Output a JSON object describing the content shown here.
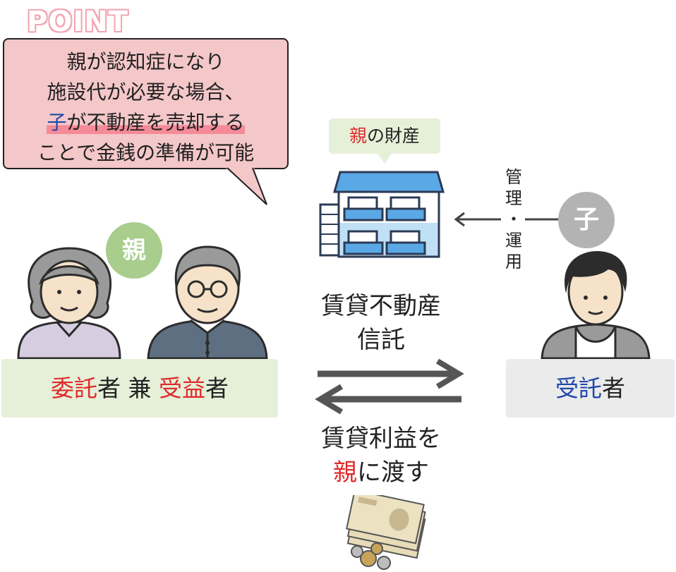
{
  "point": "POINT",
  "bubble": {
    "line1": "親が認知症になり",
    "line2": "施設代が必要な場合、",
    "line3_child": "子",
    "line3_rest": "が不動産を売却する",
    "line4": "ことで金銭の準備が可能"
  },
  "asset": {
    "owner": "親",
    "rest": "の財産"
  },
  "management": [
    "管",
    "理",
    "・",
    "運",
    "用"
  ],
  "parents_badge": "親",
  "child_badge": "子",
  "settlor": {
    "part1": "委託",
    "part2": "者 兼 ",
    "part3": "受益",
    "part4": "者"
  },
  "trustee": {
    "part1": "受託",
    "part2": "者"
  },
  "trust_name": {
    "line1": "賃貸不動産",
    "line2": "信託"
  },
  "benefit": {
    "line1": "賃貸利益を",
    "line2_parent": "親",
    "line2_rest": "に渡す"
  },
  "colors": {
    "red": "#e02b2b",
    "blue": "#1f49a8",
    "bubble": "#f4c7c9",
    "green_box": "#e6f0d8",
    "gray_box": "#ebebeb"
  }
}
